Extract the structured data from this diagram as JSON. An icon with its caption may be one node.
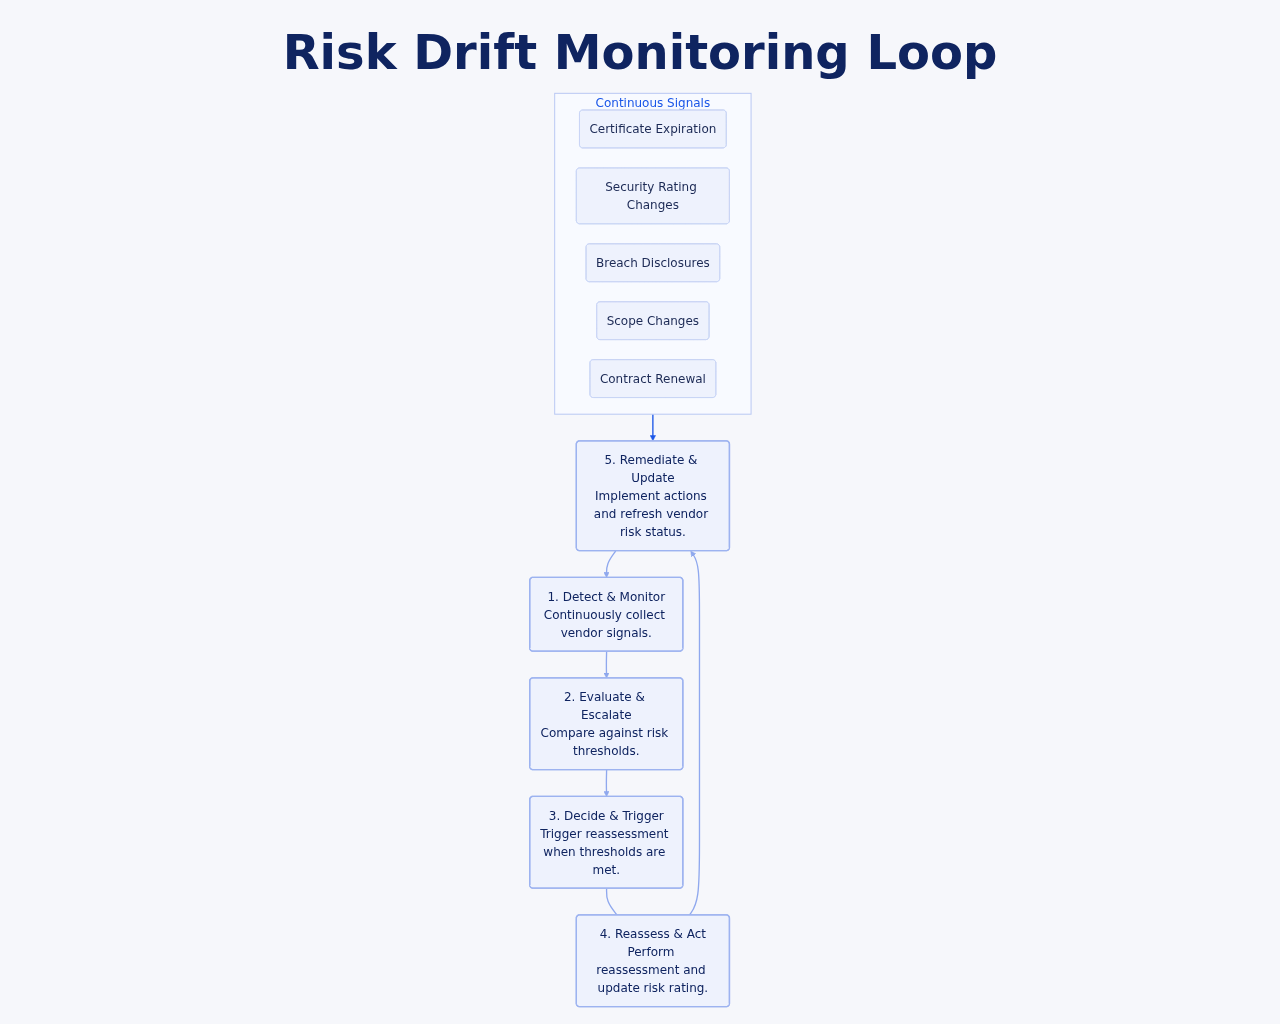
{
  "diagram": {
    "title": "Risk Drift Monitoring Loop",
    "nodes": [
      {
        "text": [
          "Continuous Signals"
        ]
      },
      {
        "text": [
          "Certificate Expiration"
        ],
        "in": 0
      },
      {
        "text": [
          "Security Rating Changes"
        ],
        "in": 0
      },
      {
        "text": [
          "Breach Disclosures"
        ],
        "in": 0
      },
      {
        "text": [
          "Scope Changes"
        ],
        "in": 0
      },
      {
        "text": [
          "Contract Renewal"
        ],
        "in": 0
      },
      {
        "text": [
          "1. Detect & Monitor",
          "Continuously collect vendor signals."
        ]
      },
      {
        "text": [
          "2. Evaluate & Escalate",
          "Compare against risk thresholds."
        ]
      },
      {
        "text": [
          "3. Decide & Trigger",
          "Trigger reassessment when thresholds are met."
        ]
      },
      {
        "text": [
          "4. Reassess & Act",
          "Perform reassessment and update risk rating."
        ]
      },
      {
        "text": [
          "5. Remediate & Update",
          "Implement actions and refresh vendor risk status."
        ]
      }
    ],
    "edges": [
      {
        "from": 6,
        "to": 7,
        "arrow": "to"
      },
      {
        "from": 7,
        "to": 8,
        "arrow": "to"
      },
      {
        "from": 8,
        "to": 9,
        "arrow": "none"
      },
      {
        "from": 9,
        "to": 10,
        "arrow": "to"
      },
      {
        "from": 10,
        "to": 6,
        "arrow": "to"
      },
      {
        "from": 0,
        "to": 10,
        "arrow": "to",
        "color": "#1a56e8"
      }
    ]
  }
}
